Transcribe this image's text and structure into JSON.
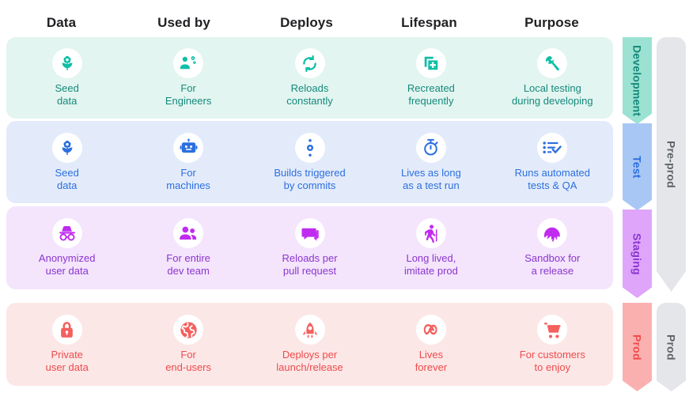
{
  "headers": [
    {
      "label": "Data"
    },
    {
      "label": "Used by"
    },
    {
      "label": "Deploys"
    },
    {
      "label": "Lifespan"
    },
    {
      "label": "Purpose"
    }
  ],
  "colors": {
    "development": {
      "accent": "#16897C",
      "bar": "#9BE2D2",
      "row": "#E2F5F0"
    },
    "test": {
      "accent": "#2C6FE0",
      "bar": "#A8C7F5",
      "row": "#E3EBFA"
    },
    "staging": {
      "accent": "#8A36CF",
      "bar": "#DFA5FB",
      "row": "#F4E4FC"
    },
    "prod": {
      "accent": "#EE4B4B",
      "bar": "#FBB0B0",
      "row": "#FCE7E7"
    },
    "group": {
      "accent": "#5F6368",
      "bar": "#E4E6E9"
    }
  },
  "rows": [
    {
      "key": "development",
      "bar_label": "Development",
      "cells": [
        {
          "icon": "flower-seedling-icon",
          "label": "Seed\ndata"
        },
        {
          "icon": "engineer-gears-icon",
          "label": "For\nEngineers"
        },
        {
          "icon": "refresh-sync-icon",
          "label": "Reloads\nconstantly"
        },
        {
          "icon": "duplicate-add-icon",
          "label": "Recreated\nfrequently"
        },
        {
          "icon": "wrench-icon",
          "label": "Local testing\nduring developing"
        }
      ]
    },
    {
      "key": "test",
      "bar_label": "Test",
      "cells": [
        {
          "icon": "flower-seedling-icon",
          "label": "Seed\ndata"
        },
        {
          "icon": "robot-icon",
          "label": "For\nmachines"
        },
        {
          "icon": "commit-node-icon",
          "label": "Builds triggered\nby commits"
        },
        {
          "icon": "stopwatch-icon",
          "label": "Lives as long\nas a test run"
        },
        {
          "icon": "checklist-icon",
          "label": "Runs automated\ntests & QA"
        }
      ]
    },
    {
      "key": "staging",
      "bar_label": "Staging",
      "cells": [
        {
          "icon": "incognito-icon",
          "label": "Anonymized\nuser data"
        },
        {
          "icon": "people-group-icon",
          "label": "For entire\ndev team"
        },
        {
          "icon": "chat-bubbles-icon",
          "label": "Reloads per\npull request"
        },
        {
          "icon": "elderly-walking-icon",
          "label": "Long lived,\nimitate prod"
        },
        {
          "icon": "beach-umbrella-icon",
          "label": "Sandbox for\na release"
        }
      ]
    },
    {
      "key": "prod",
      "bar_label": "Prod",
      "cells": [
        {
          "icon": "lock-icon",
          "label": "Private\nuser data"
        },
        {
          "icon": "globe-public-icon",
          "label": "For\nend-users"
        },
        {
          "icon": "rocket-launch-icon",
          "label": "Deploys per\nlaunch/release"
        },
        {
          "icon": "infinity-icon",
          "label": "Lives\nforever"
        },
        {
          "icon": "shopping-cart-icon",
          "label": "For customers\nto enjoy"
        }
      ]
    }
  ],
  "groups": [
    {
      "key": "preprod",
      "label": "Pre-prod"
    },
    {
      "key": "prod",
      "label": "Prod"
    }
  ]
}
